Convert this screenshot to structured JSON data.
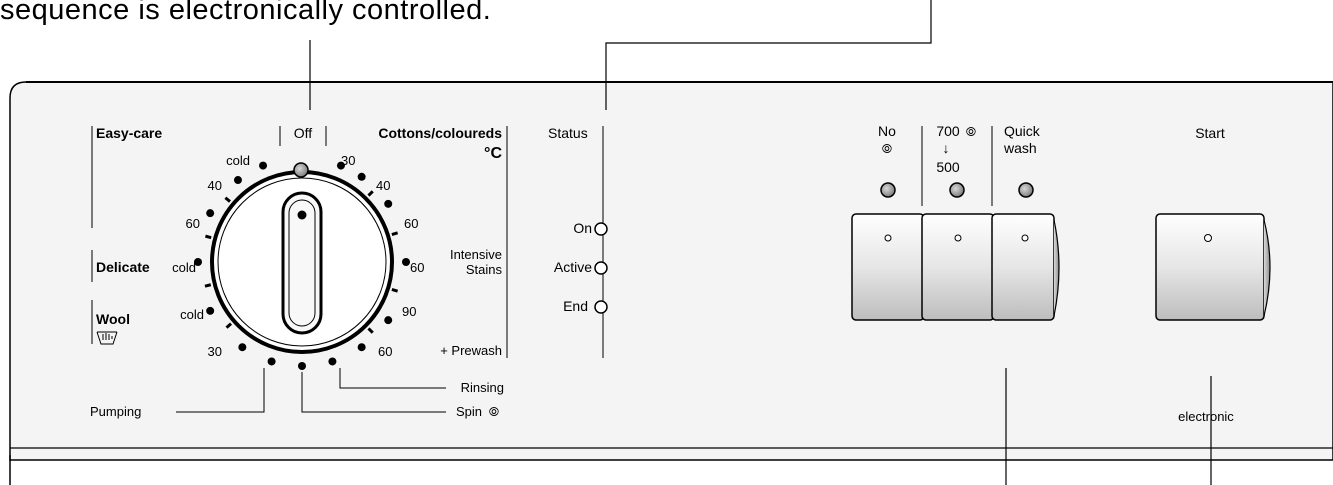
{
  "intro_text": "sequence is electronically controlled.",
  "programmes": {
    "easy_care": "Easy-care",
    "delicate": "Delicate",
    "wool": "Wool",
    "cottons_coloureds": "Cottons/coloureds",
    "degree_unit": "°C",
    "intensive": "Intensive",
    "stains": "Stains",
    "prewash": "+ Prewash",
    "off": "Off",
    "pumping": "Pumping",
    "rinsing": "Rinsing",
    "spin": "Spin",
    "spin_symbol": "⦾"
  },
  "temperatures": {
    "cold_top": "cold",
    "t40_left": "40",
    "t60_left": "60",
    "cold_delicate": "cold",
    "cold_wool": "cold",
    "t30_wool": "30",
    "t30_right": "30",
    "t40_right": "40",
    "t60_right_1": "60",
    "t60_right_2": "60",
    "t90_right": "90",
    "t60_prewash": "60"
  },
  "status": {
    "label": "Status",
    "on": "On",
    "active": "Active",
    "end": "End"
  },
  "buttons": {
    "no_spin_label": "No",
    "no_spin_symbol": "⦾",
    "spin_speed_top": "700",
    "spin_speed_arrow": "↓",
    "spin_speed_bottom": "500",
    "quick_wash_line1": "Quick",
    "quick_wash_line2": "wash",
    "start": "Start"
  },
  "footer": {
    "electronic": "electronic"
  },
  "colors": {
    "panel_background": "#f2f2f2",
    "button_face": "#dcdcdc",
    "indicator_grey": "#9a9a9a"
  }
}
